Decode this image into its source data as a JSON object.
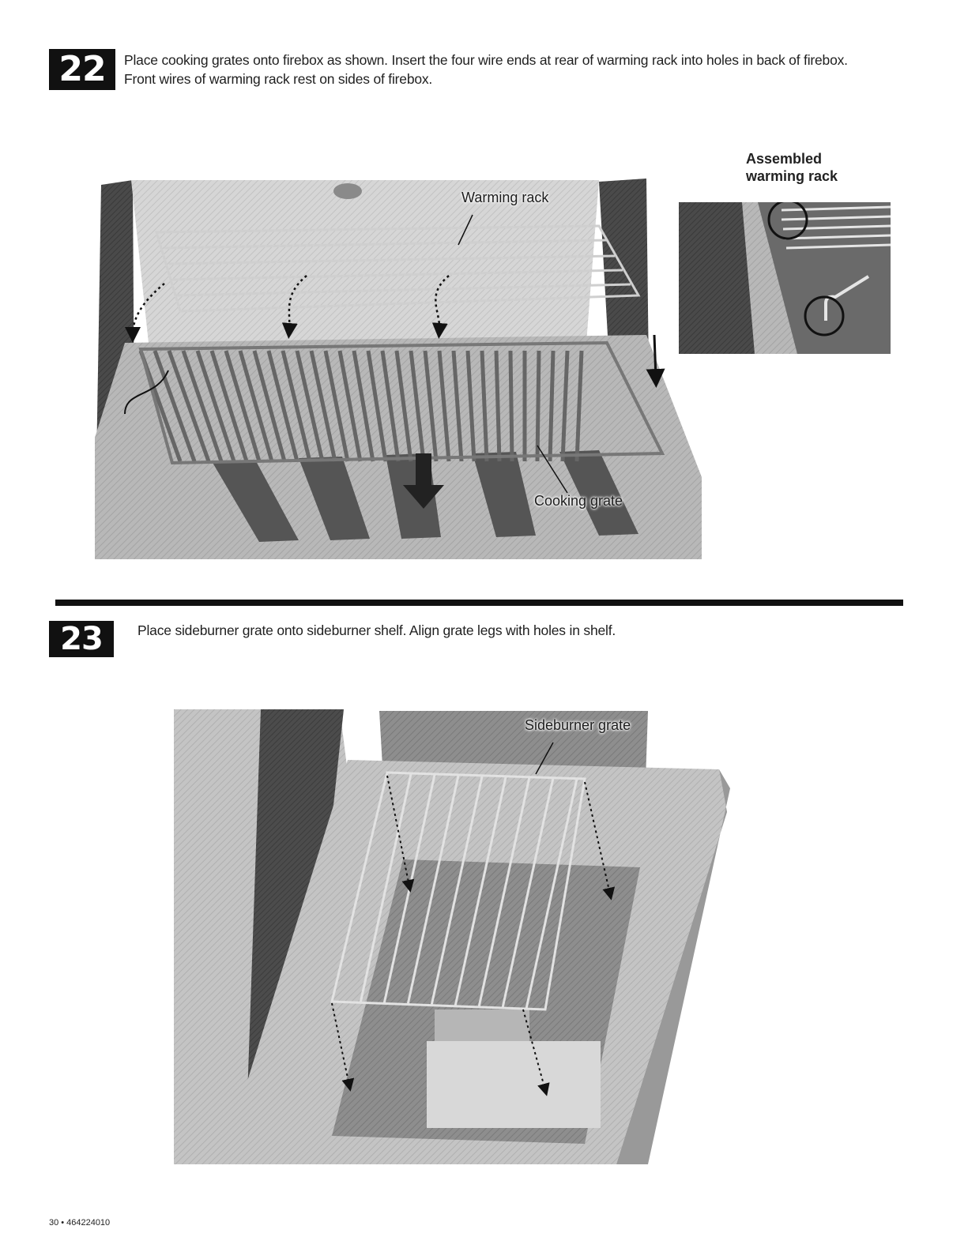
{
  "steps": [
    {
      "number": "22",
      "lines": [
        "Place cooking grates onto firebox as shown. Insert the four wire ends at rear of warming rack into holes in back of firebox.",
        "Front wires of warming rack rest on sides of firebox."
      ],
      "callouts": {
        "warming_rack": "Warming rack",
        "cooking_grate": "Cooking grate"
      },
      "inset_caption": [
        "Assembled",
        "warming rack"
      ]
    },
    {
      "number": "23",
      "lines": [
        "Place sideburner grate onto sideburner shelf. Align grate legs with holes in shelf."
      ],
      "callouts": {
        "sideburner_grate": "Sideburner grate"
      }
    }
  ],
  "footer": {
    "page_number": "30",
    "separator": "•",
    "part_number": "464224010"
  }
}
